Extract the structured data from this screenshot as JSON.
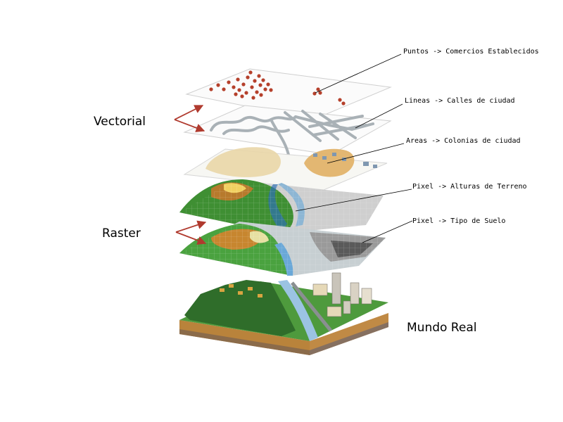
{
  "diagram": {
    "group_labels": {
      "vectorial": "Vectorial",
      "raster": "Raster",
      "real_world": "Mundo Real"
    },
    "layer_labels": {
      "points": "Puntos -> Comercios Establecidos",
      "lines": "Lineas -> Calles de ciudad",
      "areas": "Areas -> Colonias de ciudad",
      "elevation": "Pixel -> Alturas de Terreno",
      "soil": "Pixel -> Tipo de Suelo"
    },
    "colors": {
      "arrow": "#b03a2e",
      "point": "#b5402b",
      "street": "#a9b1b6",
      "river": "#8db6d4",
      "vegetation": "#3f8f33",
      "soil_brown": "#b77a2c",
      "grey_terrain": "#9a9a9a"
    }
  }
}
